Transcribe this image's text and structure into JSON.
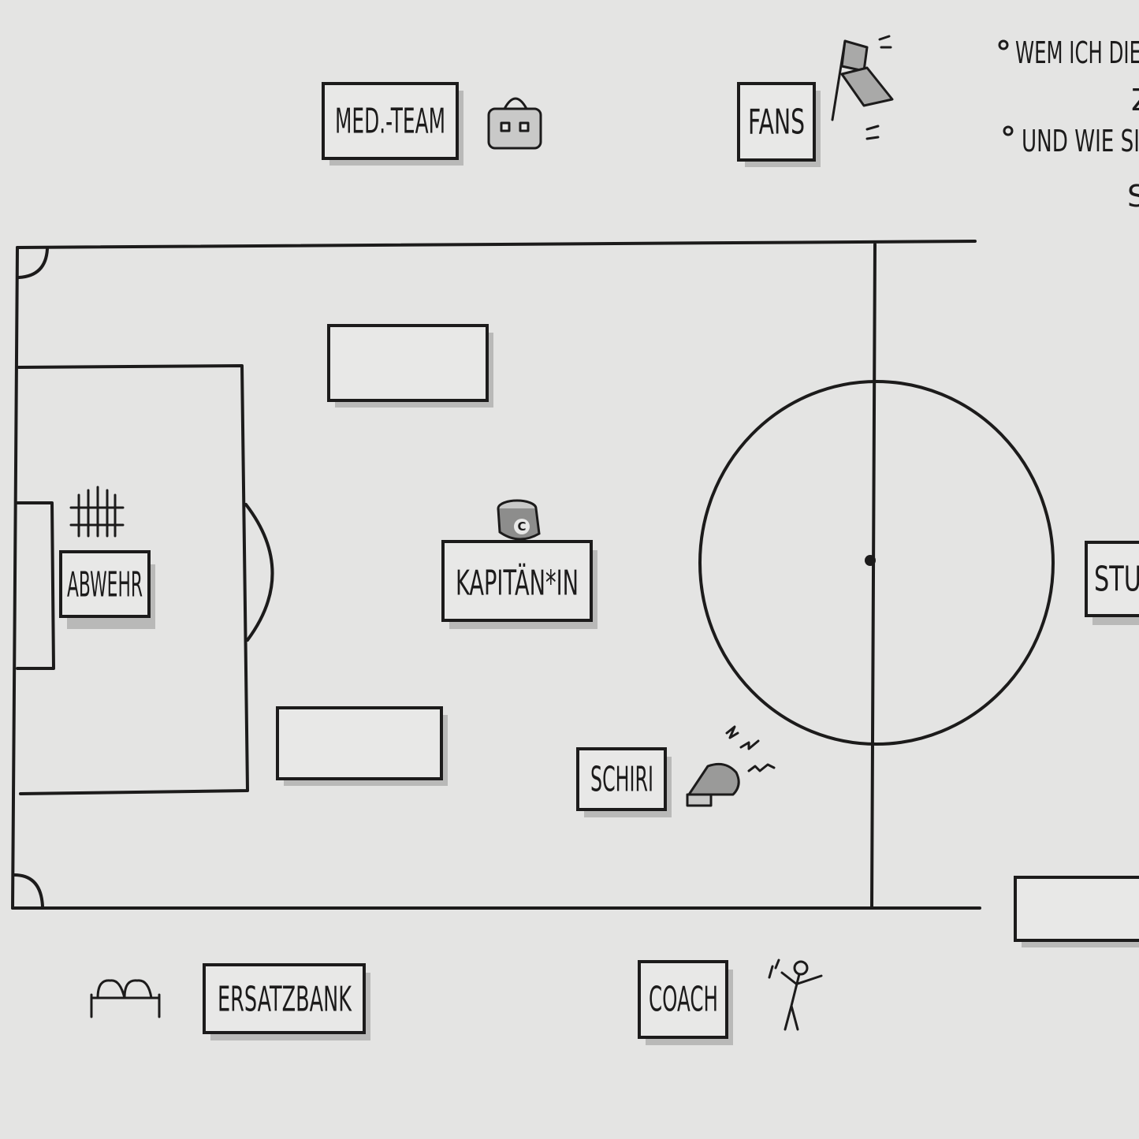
{
  "labels": {
    "med_team": "MED.-TEAM",
    "fans": "FANS",
    "abwehr": "ABWEHR",
    "kapitaen": "KAPITÄN*IN",
    "schiri": "SCHIRI",
    "ersatzbank": "ERSATZBANK",
    "coach": "COACH",
    "stu": "STU"
  },
  "captain_band_letter": "C",
  "notes": {
    "line1": "WEM ICH DIE",
    "line1b": "Z",
    "line2": "UND WIE SI",
    "line2b": "S"
  },
  "icons": [
    "medical-bag-icon",
    "flag-icon",
    "fence-icon",
    "captain-armband-icon",
    "whistle-icon",
    "bench-icon",
    "coach-figure-icon"
  ]
}
